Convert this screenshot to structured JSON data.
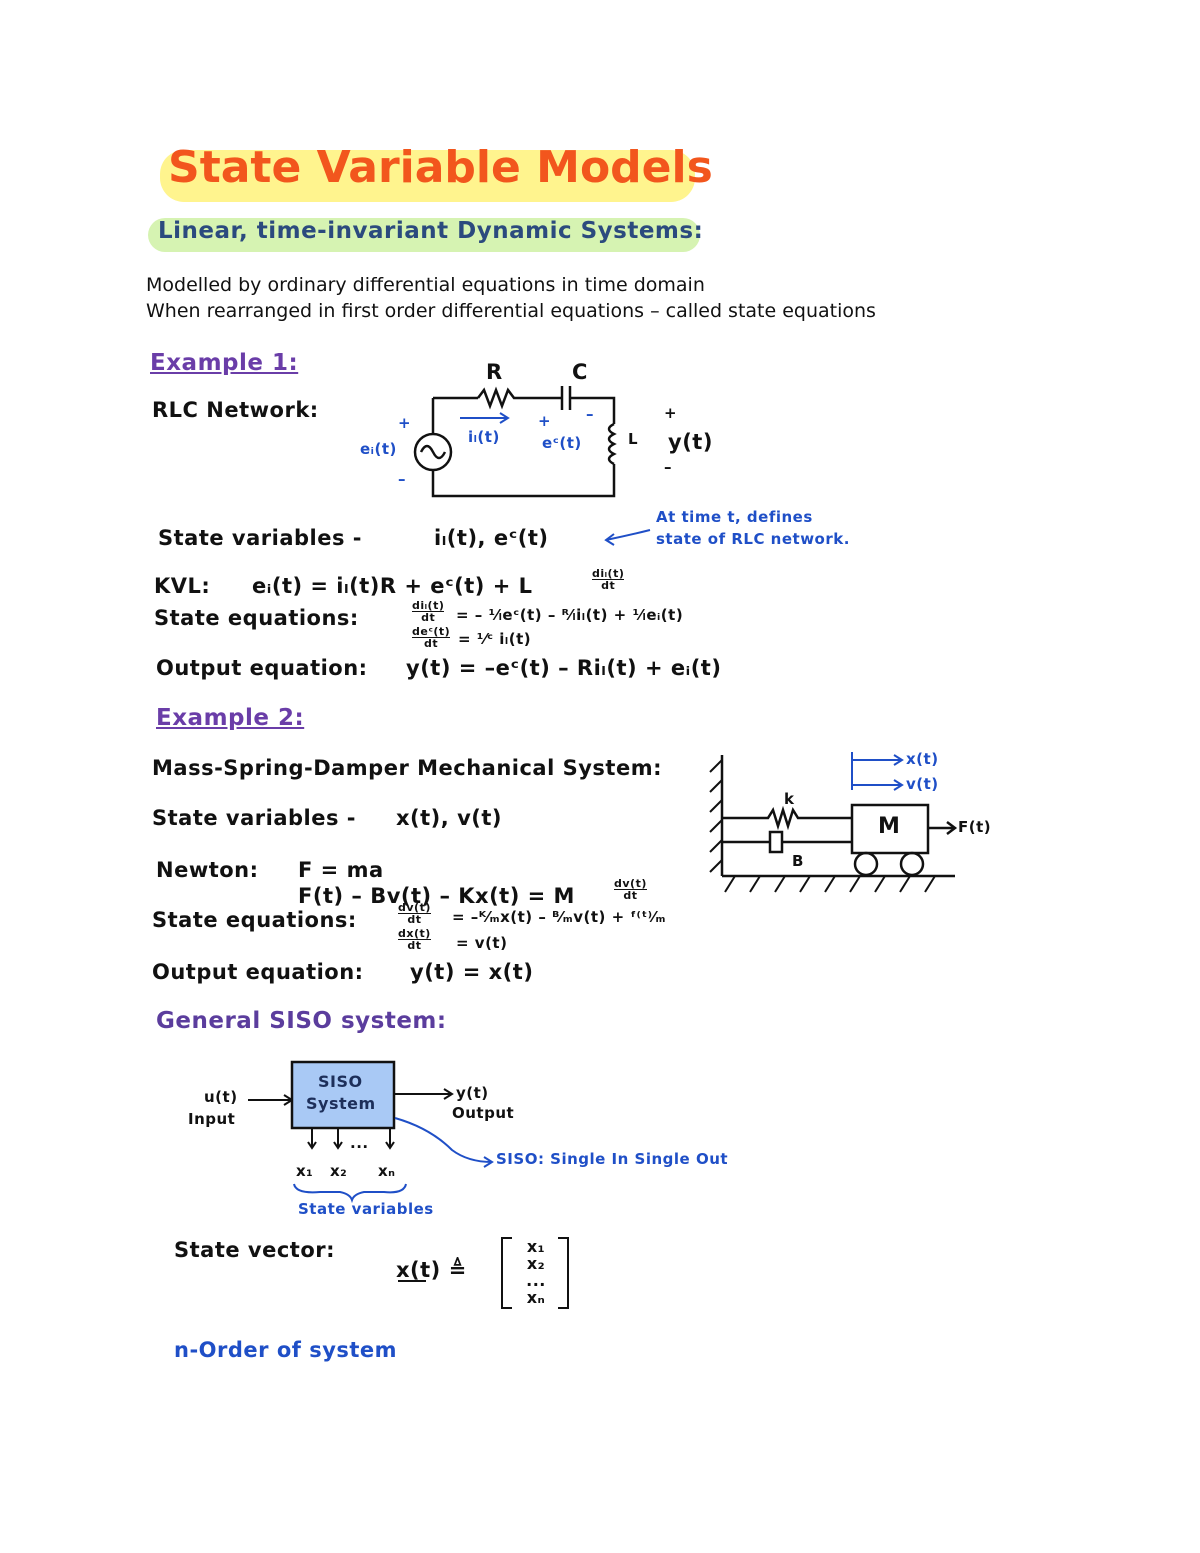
{
  "title": "State Variable Models",
  "subtitle": "Linear, time-invariant Dynamic Systems:",
  "intro": [
    "Modelled by ordinary differential equations in time domain",
    "When rearranged in first order differential equations – called state equations"
  ],
  "example1": {
    "heading": "Example 1:",
    "system": "RLC Network:",
    "circuit": {
      "R": "R",
      "C": "C",
      "L": "L",
      "source": "eᵢ(t)",
      "current": "iₗ(t)",
      "cap_voltage": "eᶜ(t)",
      "output": "y(t)",
      "plus": "+",
      "minus": "–"
    },
    "state_vars_label": "State variables -",
    "state_vars": "iₗ(t), eᶜ(t)",
    "note_line1": "At time t, defines",
    "note_line2": "state of RLC network.",
    "kvl_label": "KVL:",
    "kvl": "eᵢ(t) = iₗ(t)R + eᶜ(t) + L",
    "kvl_frac": {
      "num": "diₗ(t)",
      "den": "dt"
    },
    "state_eq_label": "State equations:",
    "state_eq1_frac": {
      "num": "diₗ(t)",
      "den": "dt"
    },
    "state_eq1": "= – ¹⁄ₗeᶜ(t) – ᴿ⁄ₗiₗ(t) + ¹⁄ₗeᵢ(t)",
    "state_eq2_frac": {
      "num": "deᶜ(t)",
      "den": "dt"
    },
    "state_eq2": "= ¹⁄ᶜ iₗ(t)",
    "output_eq_label": "Output equation:",
    "output_eq": "y(t) = –eᶜ(t) – Riₗ(t) + eᵢ(t)"
  },
  "example2": {
    "heading": "Example 2:",
    "system": "Mass-Spring-Damper Mechanical System:",
    "state_vars_label": "State variables -",
    "state_vars": "x(t), v(t)",
    "newton_label": "Newton:",
    "newton": "F = ma",
    "newton2": "F(t) – Bv(t) – Kx(t) = M",
    "newton2_frac": {
      "num": "dv(t)",
      "den": "dt"
    },
    "state_eq_label": "State equations:",
    "state_eq1_frac": {
      "num": "dv(t)",
      "den": "dt"
    },
    "state_eq1": "= –ᴷ⁄ₘx(t) – ᴮ⁄ₘv(t) + ᶠ⁽ᵗ⁾⁄ₘ",
    "state_eq2_frac": {
      "num": "dx(t)",
      "den": "dt"
    },
    "state_eq2": "= v(t)",
    "output_eq_label": "Output equation:",
    "output_eq": "y(t) = x(t)",
    "diagram": {
      "x": "x(t)",
      "v": "v(t)",
      "k": "k",
      "b": "B",
      "mass": "M",
      "force": "F(t)"
    }
  },
  "siso": {
    "heading": "General SISO system:",
    "input": "u(t)",
    "input_label": "Input",
    "block_line1": "SISO",
    "block_line2": "System",
    "output": "y(t)",
    "output_label": "Output",
    "note": "SISO: Single In Single Out",
    "states": [
      "x₁",
      "x₂",
      "xₙ"
    ],
    "dots": "...",
    "state_vars_caption": "State variables",
    "vector_label": "State vector:",
    "vector_lhs": "x(t) ≜",
    "vector": [
      "x₁",
      "x₂",
      "...",
      "xₙ"
    ],
    "order_note": "n-Order of system"
  },
  "colors": {
    "title": "#f2561d",
    "highlight_yellow": "#fff27a",
    "highlight_green": "#d6f3b2",
    "blue": "#1f4fc7",
    "purple": "#6a3da8",
    "block": "#a9c9f5"
  }
}
